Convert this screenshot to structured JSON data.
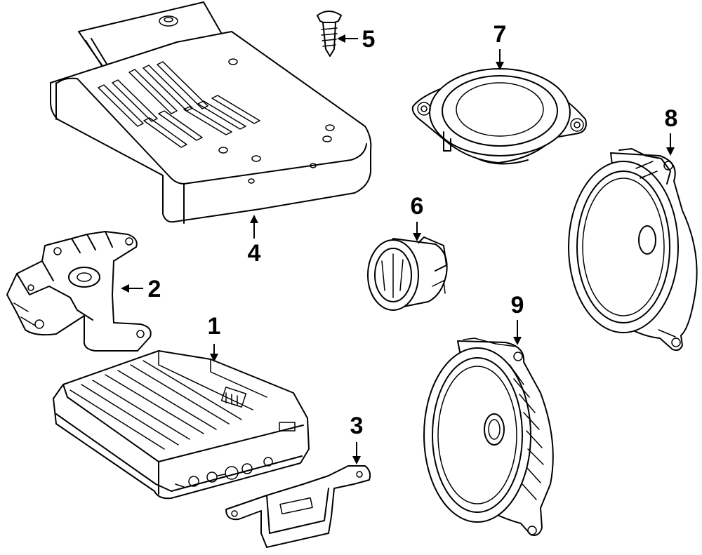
{
  "diagram": {
    "callouts": [
      {
        "id": "1",
        "text": "1"
      },
      {
        "id": "2",
        "text": "2"
      },
      {
        "id": "3",
        "text": "3"
      },
      {
        "id": "4",
        "text": "4"
      },
      {
        "id": "5",
        "text": "5"
      },
      {
        "id": "6",
        "text": "6"
      },
      {
        "id": "7",
        "text": "7"
      },
      {
        "id": "8",
        "text": "8"
      },
      {
        "id": "9",
        "text": "9"
      }
    ],
    "colors": {
      "line": "#000000",
      "background": "#ffffff"
    }
  }
}
